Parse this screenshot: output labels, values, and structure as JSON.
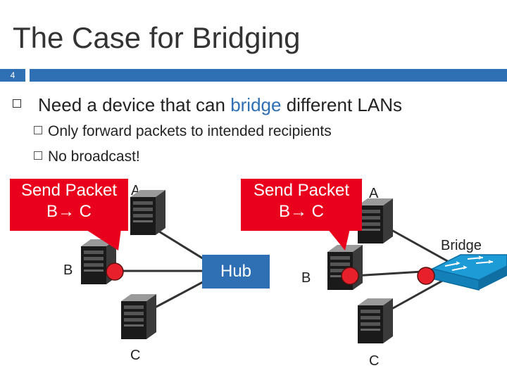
{
  "slide": {
    "title": "The Case for Bridging",
    "number": "4"
  },
  "bullets": {
    "main_prefix": "Need a device that can ",
    "main_highlight": "bridge",
    "main_suffix": " different LANs",
    "sub1": "Only forward packets to intended recipients",
    "sub2": "No broadcast!"
  },
  "diagram_left": {
    "callout_line1": "Send Packet",
    "callout_line2": "B→ C",
    "label_a": "A",
    "label_b": "B",
    "label_c": "C",
    "hub_label": "Hub"
  },
  "diagram_right": {
    "callout_line1": "Send Packet",
    "callout_line2": "B→ C",
    "label_a": "A",
    "label_b": "B",
    "label_c": "C",
    "bridge_label": "Bridge"
  },
  "colors": {
    "accent": "#2f6fb3",
    "callout": "#e8001c",
    "port": "#e8202c",
    "switch": "#1d9bd6"
  }
}
